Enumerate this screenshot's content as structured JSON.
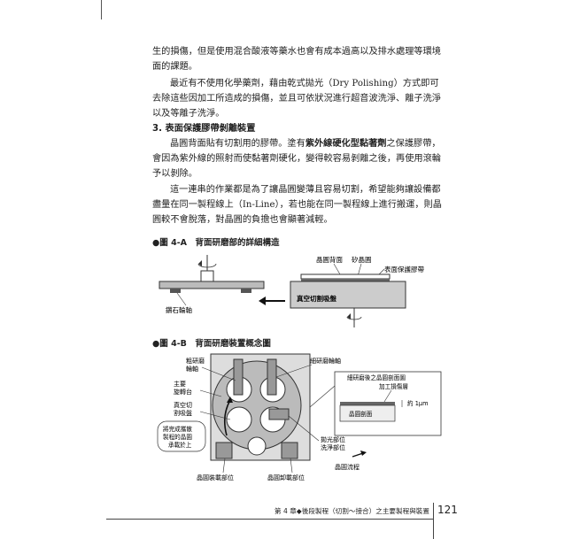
{
  "paragraphs": {
    "p1": "生的損傷，但是使用混合酸液等藥水也會有成本過高以及排水處理等環境面的課題。",
    "p2": "最近有不使用化學藥劑，藉由乾式拋光（Dry Polishing）方式即可去除這些因加工所造成的損傷，並且可依狀況進行超音波洗淨、離子洗淨以及等離子洗淨。",
    "section3": "3. 表面保護膠帶剝離裝置",
    "p3_a": "晶圓背面貼有切割用的膠帶。塗有",
    "p3_bold": "紫外線硬化型黏著劑",
    "p3_b": "之保護膠帶，會因為紫外線的照射而使黏著劑硬化，變得較容易剝離之後，再使用滾輪予以剝除。",
    "p4": "這一連串的作業都是為了讓晶圓變薄且容易切割，希望能夠讓設備都盡量在同一製程線上（In-Line），若也能在同一製程線上進行搬運，則晶圓較不會脫落，對晶圓的負擔也會顯著減輕。"
  },
  "figA": {
    "title": "●圖 4-A　背面研磨部的詳細構造",
    "label_wafer_back": "晶圓背面",
    "label_si_wafer": "矽晶圓",
    "label_tape": "表面保護膠帶",
    "label_vacuum": "真空切割吸盤",
    "label_wheel": "鑽石輪軸"
  },
  "figB": {
    "title": "●圖 4-B　背面研磨裝置概念圖",
    "label_coarse_1": "粗研磨",
    "label_coarse_2": "輪軸",
    "label_table_1": "主要",
    "label_table_2": "旋轉台",
    "label_chuck_1": "真空切",
    "label_chuck_2": "割吸盤",
    "label_done_1": "將完成攜散",
    "label_done_2": "製程的晶圓",
    "label_done_3": "承載於上",
    "label_fine": "細研磨輪軸",
    "label_section": "細研磨後之晶圓剖面圖",
    "label_damage": "加工損傷層",
    "label_about": "約 1μm",
    "label_wafer_section": "晶圓剖面",
    "label_polish_1": "拋光部位",
    "label_polish_2": "洗淨部位",
    "label_flow": "晶圓流程",
    "label_load": "晶圓裝載部位",
    "label_unload": "晶圓卸載部位"
  },
  "footer": {
    "text": "第 4 章◆後段製程（切割～接合）之主要製程與裝置",
    "page": "121"
  }
}
